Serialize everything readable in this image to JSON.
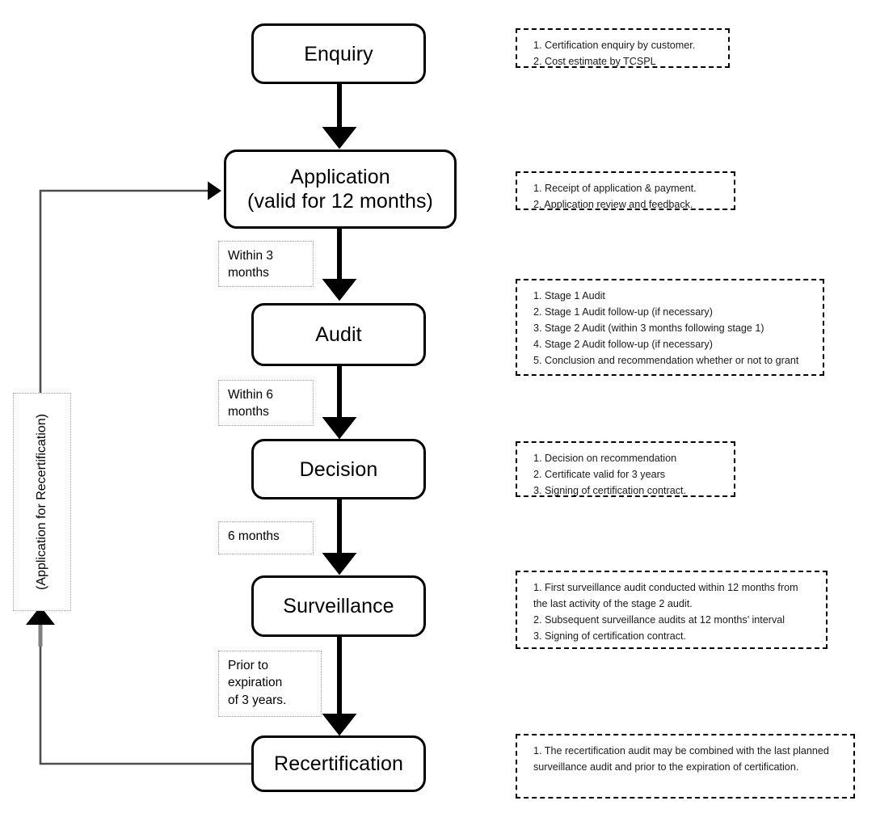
{
  "diagram": {
    "title": "Certification Process Flowchart",
    "colors": {
      "box_border": "#000000",
      "arrow": "#000000",
      "loop_arrow": "#808080",
      "dotted_border": "#9a9a9a",
      "background": "#ffffff"
    }
  },
  "steps": [
    {
      "id": "enquiry",
      "label": "Enquiry"
    },
    {
      "id": "application",
      "label": "Application\n(valid for 12 months)"
    },
    {
      "id": "audit",
      "label": "Audit"
    },
    {
      "id": "decision",
      "label": "Decision"
    },
    {
      "id": "surveillance",
      "label": "Surveillance"
    },
    {
      "id": "recertification",
      "label": "Recertification"
    }
  ],
  "timings": [
    {
      "id": "timing-1",
      "label": "Within 3\nmonths"
    },
    {
      "id": "timing-2",
      "label": "Within 6\nmonths"
    },
    {
      "id": "timing-3",
      "label": "6 months"
    },
    {
      "id": "timing-4",
      "label": "Prior to\nexpiration\nof 3 years."
    }
  ],
  "loop": {
    "label": "(Application for Recertification)"
  },
  "notes": [
    {
      "id": "note-enquiry",
      "text": "1. Certification enquiry by customer.\n2. Cost estimate by TCSPL"
    },
    {
      "id": "note-application",
      "text": "1. Receipt of application & payment.\n2. Application review and feedback."
    },
    {
      "id": "note-audit",
      "text": "1. Stage 1 Audit\n2. Stage 1 Audit follow-up (if necessary)\n3. Stage 2 Audit (within 3 months following stage 1)\n4. Stage 2 Audit follow-up (if necessary)\n5. Conclusion and recommendation whether or not to grant"
    },
    {
      "id": "note-decision",
      "text": "1. Decision on recommendation\n2. Certificate valid for 3 years\n3. Signing of certification contract."
    },
    {
      "id": "note-surveillance",
      "text": "1. First surveillance audit conducted within 12 months from the last activity of the stage 2 audit.\n2. Subsequent surveillance audits at 12 months’ interval\n3. Signing of certification contract."
    },
    {
      "id": "note-recertification",
      "text": "1. The recertification audit may be combined with the last planned surveillance audit and prior to the expiration of certification."
    }
  ]
}
